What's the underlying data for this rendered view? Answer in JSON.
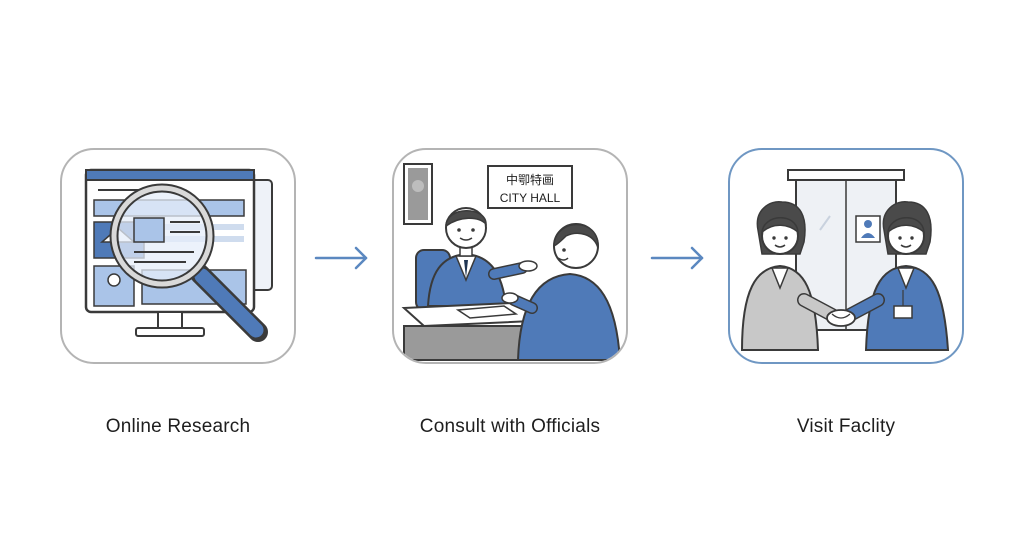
{
  "steps": [
    {
      "label": "Online Research",
      "icon": "magnifier-over-monitor-icon"
    },
    {
      "label": "Consult with Officials",
      "icon": "city-hall-desk-consultation-icon",
      "sign_line1": "中卾特画",
      "sign_line2": "CITY HALL"
    },
    {
      "label": "Visit Faclity",
      "icon": "handshake-at-facility-icon"
    }
  ],
  "colors": {
    "accent_blue": "#4f7ab8",
    "light_blue": "#aac4e8",
    "outline": "#3a3a3a",
    "card_border": "#b4b4b4",
    "active_border": "#6f97c3",
    "arrow": "#5b88c0"
  }
}
